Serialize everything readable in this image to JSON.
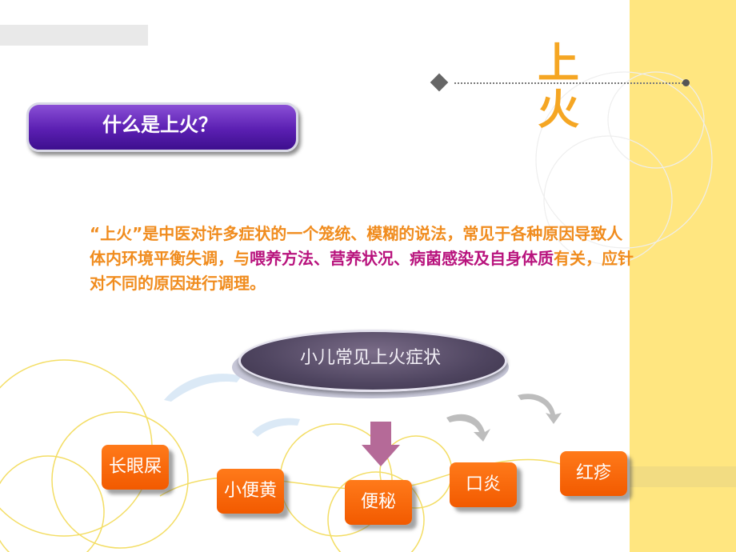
{
  "header": {
    "title_char_1": "上",
    "title_char_2": "火"
  },
  "question": {
    "label": "什么是上火？"
  },
  "paragraph": {
    "part_1": "“上火”是中医对许多症状的一个笼统、模糊的说法，常见于各种原因导致人体内环境平衡失调，与",
    "part_2": "喂养方法、营养状况、病菌感染及自身体质",
    "part_3": "有关，应针对不同的原因进行调理。"
  },
  "diagram": {
    "center_label": "小儿常见上火症状",
    "symptoms": [
      "长眼屎",
      "小便黄",
      "便秘",
      "口炎",
      "红疹"
    ]
  },
  "colors": {
    "accent_orange": "#f08c1e",
    "magenta": "#b8137d",
    "purple": "#5b1fb2",
    "yellow_band": "#ffe680",
    "box_orange": "#f25a00"
  }
}
